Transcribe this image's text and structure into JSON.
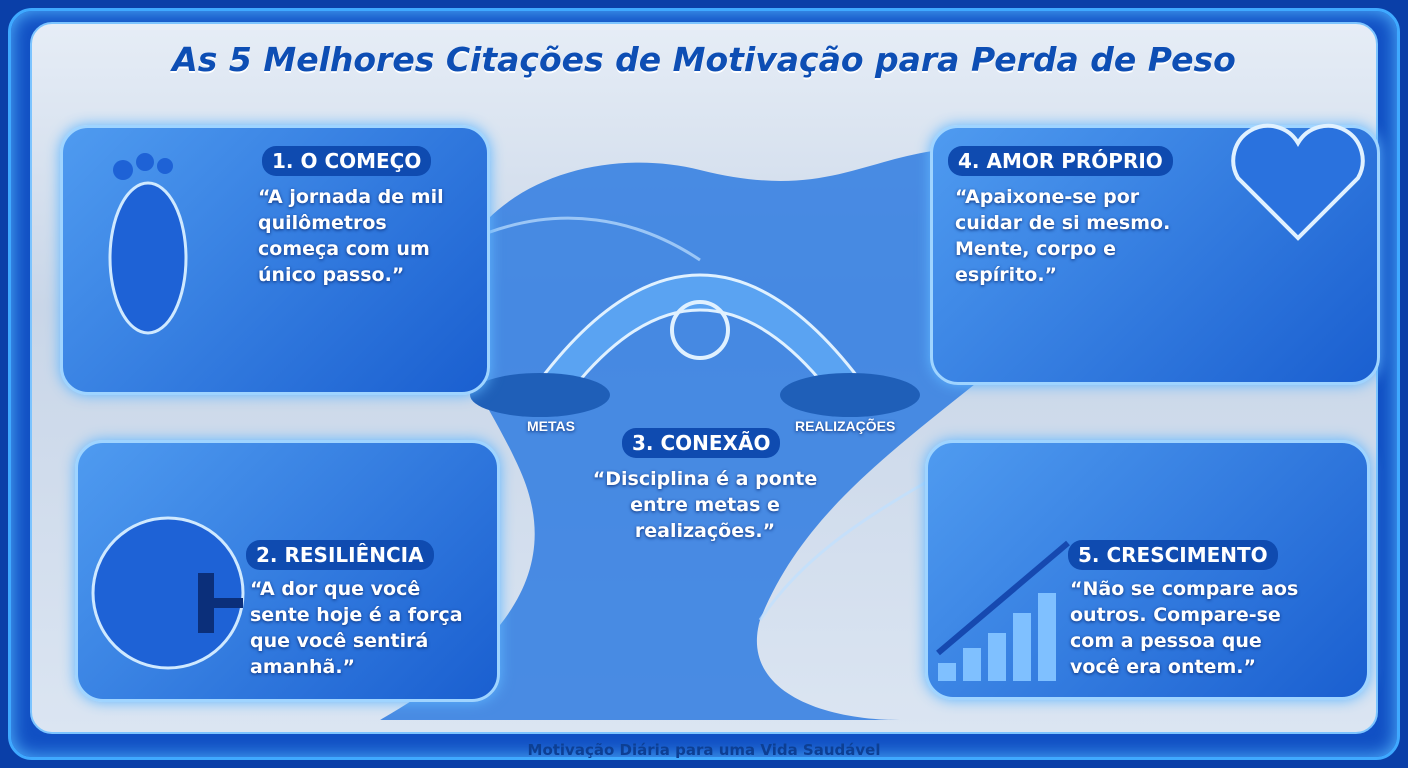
{
  "title": "As 5 Melhores Citações de Motivação para Perda de Peso",
  "footer": "Motivação Diária para uma Vida Saudável",
  "colors": {
    "frame": "#1150c4",
    "accent": "#0d4eb4",
    "panel": "#2a72de"
  },
  "sections": [
    {
      "heading": "1. O COMEÇO",
      "quote": [
        "“A jornada de mil",
        "quilômetros",
        "começa com um",
        "único passo.”"
      ],
      "icon": "footprint-icon"
    },
    {
      "heading": "2. RESILIÊNCIA",
      "quote": [
        "“A dor que você",
        "sente hoje é a força",
        "que você sentirá",
        "amanhã.”"
      ],
      "icon": "flexed-arm-dumbbell-icon"
    },
    {
      "heading": "3. CONEXÃO",
      "quote": [
        "“Disciplina é a ponte",
        "entre metas e",
        "realizações.”"
      ],
      "icon": "bridge-icon",
      "labels": [
        "METAS",
        "REALIZAÇÕES"
      ]
    },
    {
      "heading": "4. AMOR PRÓPRIO",
      "quote": [
        "“Apaixone-se por",
        "cuidar de si mesmo.",
        "Mente, corpo e",
        "espírito.”"
      ],
      "icon": "heart-icon"
    },
    {
      "heading": "5. CRESCIMENTO",
      "quote": [
        "“Não se compare aos",
        "outros. Compare-se",
        "com a pessoa que",
        "você era ontem.”"
      ],
      "icon": "growth-chart-icon"
    }
  ]
}
